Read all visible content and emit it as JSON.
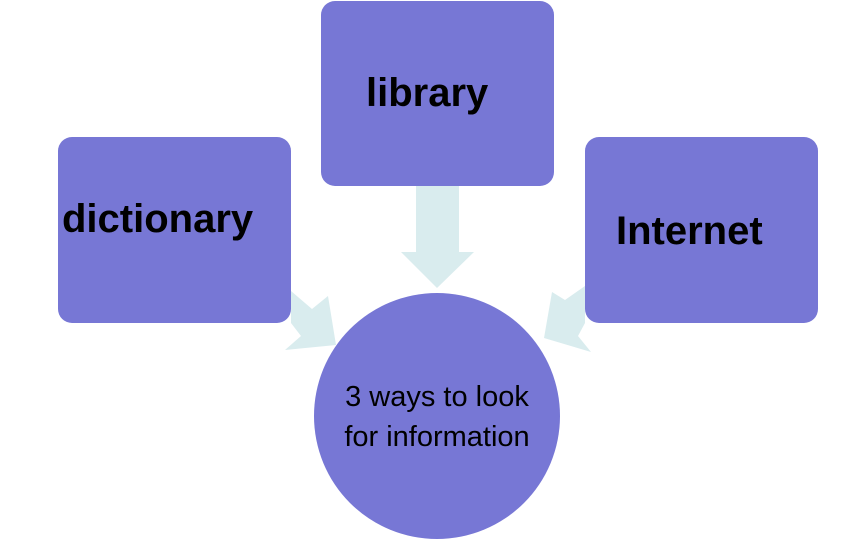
{
  "diagram": {
    "hub": {
      "label": "3 ways to look for information"
    },
    "nodes": [
      {
        "id": "library",
        "label": "library"
      },
      {
        "id": "dictionary",
        "label": "dictionary"
      },
      {
        "id": "internet",
        "label": "Internet"
      }
    ],
    "colors": {
      "node_fill": "#7777d5",
      "arrow_fill": "#d9ecee",
      "text": "#000000",
      "background": "#ffffff"
    }
  }
}
